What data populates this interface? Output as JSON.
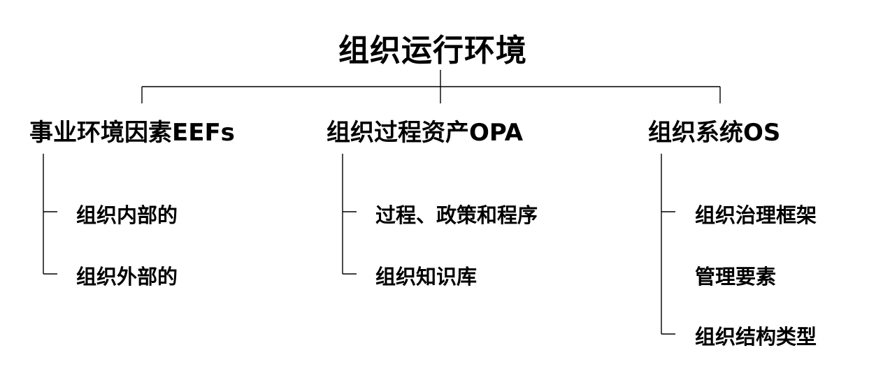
{
  "root": {
    "label": "组织运行环境"
  },
  "categories": [
    {
      "label": "事业环境因素EEFs",
      "items": [
        "组织内部的",
        "组织外部的"
      ]
    },
    {
      "label": "组织过程资产OPA",
      "items": [
        "过程、政策和程序",
        "组织知识库"
      ]
    },
    {
      "label": "组织系统OS",
      "items": [
        "组织治理框架",
        "管理要素",
        "组织结构类型"
      ]
    }
  ],
  "colors": {
    "text": "#000000",
    "lines": "#000000",
    "background": "#ffffff"
  }
}
